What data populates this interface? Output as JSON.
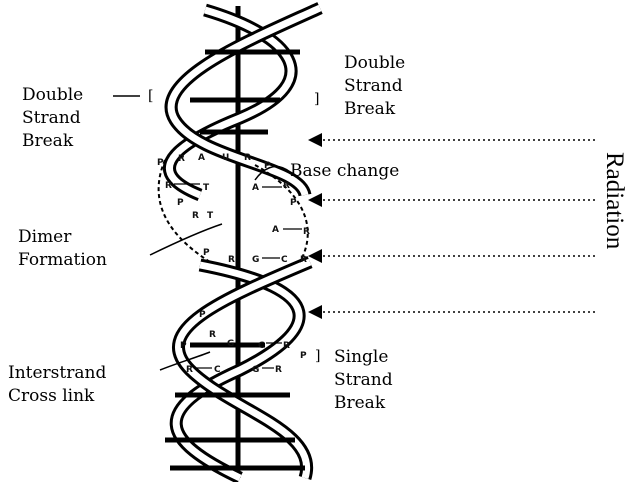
{
  "labels": {
    "double_strand_break_left": "Double\nStrand\nBreak",
    "double_strand_break_right": "Double\nStrand\nBreak",
    "base_change": "Base change",
    "dimer_formation": "Dimer\nFormation",
    "interstrand_cross_link": "Interstrand\nCross link",
    "single_strand_break": "Single\nStrand\nBreak",
    "radiation": "Radiation"
  },
  "base_letters": {
    "p": "P",
    "r": "R",
    "a": "A",
    "u": "U",
    "t": "T",
    "c": "C",
    "g": "G"
  },
  "colors": {
    "ink": "#000000",
    "background": "#ffffff"
  }
}
